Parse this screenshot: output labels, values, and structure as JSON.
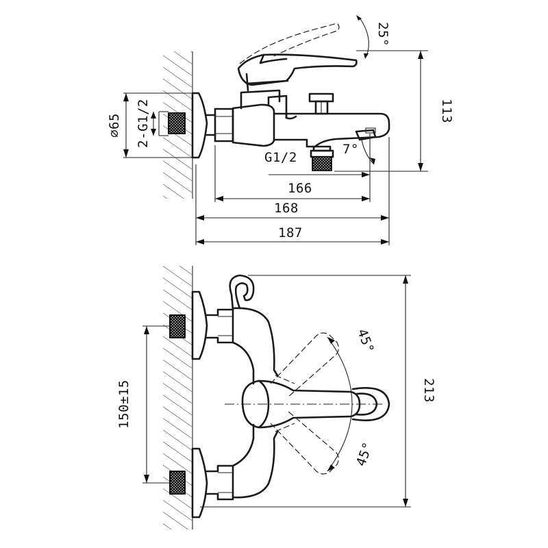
{
  "side_view": {
    "dim_width_166": "166",
    "dim_width_168": "168",
    "dim_width_187": "187",
    "dim_height_113": "113",
    "dim_outlet_thread": "G1/2",
    "dim_inlet_thread": "2-G1/2",
    "dim_flange_diameter": "⌀65",
    "dim_lever_tilt": "25°",
    "dim_spout_angle": "7°"
  },
  "front_view": {
    "dim_inlet_spacing": "150±15",
    "dim_height_213": "213",
    "dim_lever_rot_upper": "45°",
    "dim_lever_rot_lower": "45°"
  }
}
